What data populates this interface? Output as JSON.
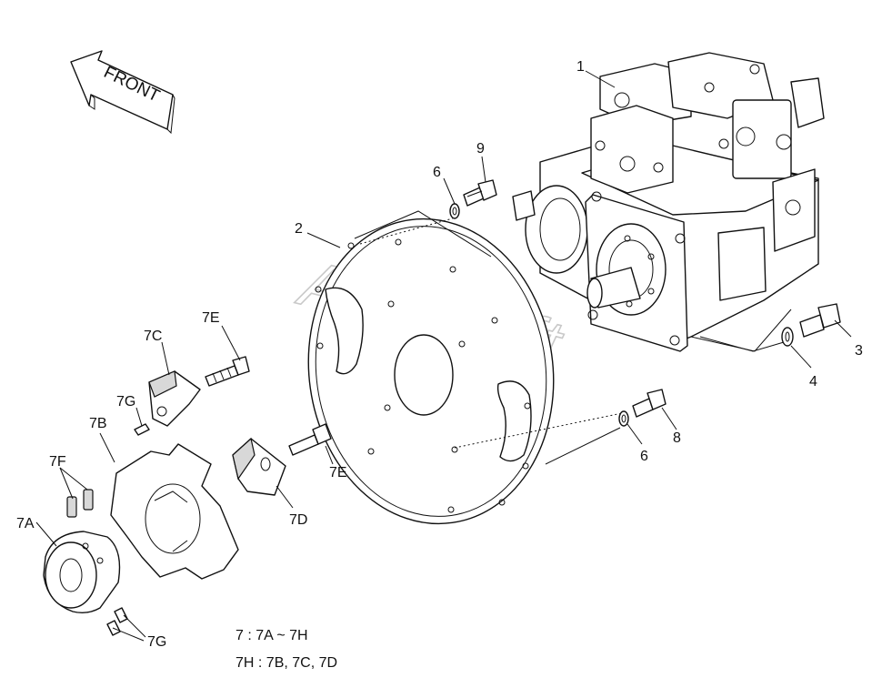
{
  "front_arrow": {
    "text": "FRONT"
  },
  "watermark": "AutoSoft",
  "callouts": {
    "c1": "1",
    "c2": "2",
    "c3": "3",
    "c4": "4",
    "c6a": "6",
    "c6b": "6",
    "c7a": "7A",
    "c7b": "7B",
    "c7c": "7C",
    "c7d": "7D",
    "c7e_upper": "7E",
    "c7e_lower": "7E",
    "c7f": "7F",
    "c7g_upper": "7G",
    "c7g_lower": "7G",
    "c8": "8",
    "c9": "9"
  },
  "notes": {
    "line1": "7 : 7A ~ 7H",
    "line2": "7H : 7B, 7C, 7D"
  }
}
